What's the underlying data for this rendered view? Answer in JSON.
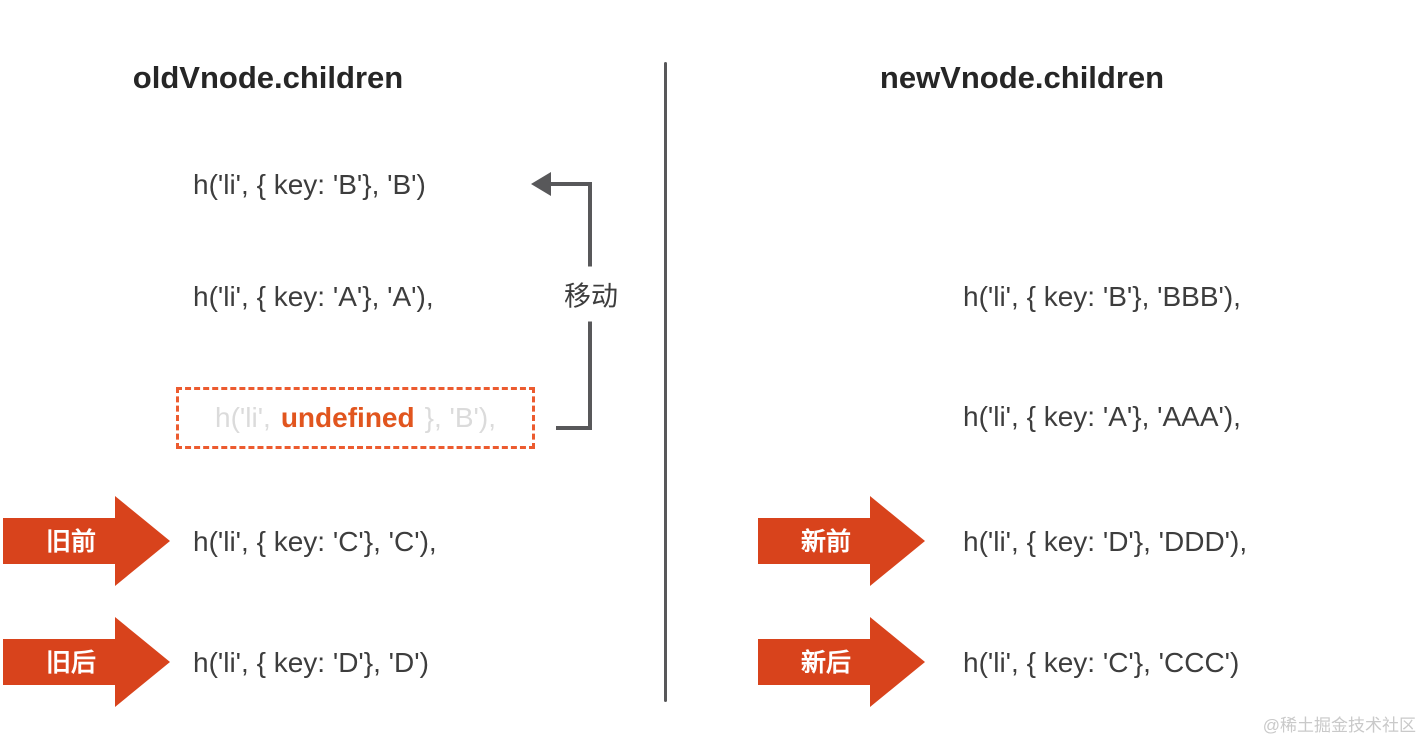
{
  "left_panel": {
    "title": "oldVnode.children",
    "rows": {
      "b": "h('li', { key: 'B'}, 'B')",
      "a": "h('li', { key: 'A'}, 'A'),",
      "c": "h('li', { key: 'C'}, 'C'),",
      "d": "h('li', { key: 'D'}, 'D')"
    },
    "ghost_row": {
      "prefix": "h('li', ",
      "replaced": "undefined",
      "suffix": "}, 'B'),"
    },
    "move_label": "移动",
    "pointers": {
      "front": "旧前",
      "back": "旧后"
    }
  },
  "right_panel": {
    "title": "newVnode.children",
    "rows": {
      "b": "h('li', { key: 'B'}, 'BBB'),",
      "a": "h('li', { key: 'A'}, 'AAA'),",
      "d": "h('li', { key: 'D'}, 'DDD'),",
      "c": "h('li', { key: 'C'}, 'CCC')"
    },
    "pointers": {
      "front": "新前",
      "back": "新后"
    }
  },
  "watermark": "@稀土掘金技术社区",
  "colors": {
    "arrow_red": "#d8431c",
    "dashed_orange": "#ec5b2f",
    "undefined_orange": "#e1551e",
    "line_gray": "#58585a",
    "code_text": "#3d3d3d",
    "ghost_text": "#dbdbdb",
    "title_text": "#262626",
    "watermark_gray": "#c9c9c9"
  }
}
